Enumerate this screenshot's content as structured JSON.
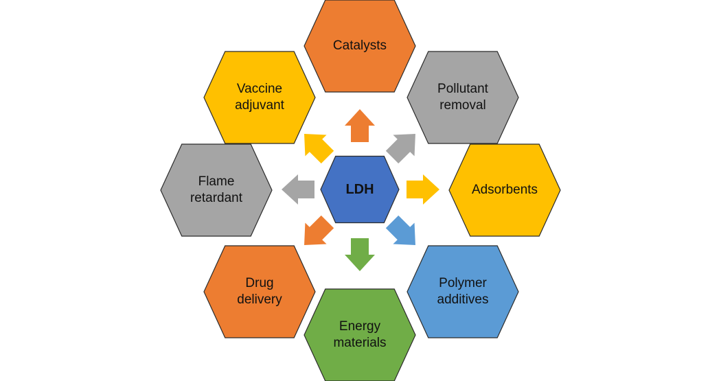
{
  "center": {
    "label": "LDH",
    "color": "#4472C4"
  },
  "nodes": [
    {
      "id": "catalysts",
      "lines": [
        "Catalysts"
      ],
      "color": "#ED7D31"
    },
    {
      "id": "pollutant-removal",
      "lines": [
        "Pollutant",
        "removal"
      ],
      "color": "#A5A5A5"
    },
    {
      "id": "adsorbents",
      "lines": [
        "Adsorbents"
      ],
      "color": "#FFC000"
    },
    {
      "id": "polymer-additives",
      "lines": [
        "Polymer",
        "additives"
      ],
      "color": "#5B9BD5"
    },
    {
      "id": "energy-materials",
      "lines": [
        "Energy",
        "materials"
      ],
      "color": "#70AD47"
    },
    {
      "id": "drug-delivery",
      "lines": [
        "Drug",
        "delivery"
      ],
      "color": "#ED7D31"
    },
    {
      "id": "flame-retardant",
      "lines": [
        "Flame",
        "retardant"
      ],
      "color": "#A5A5A5"
    },
    {
      "id": "vaccine-adjuvant",
      "lines": [
        "Vaccine",
        "adjuvant"
      ],
      "color": "#FFC000"
    }
  ]
}
